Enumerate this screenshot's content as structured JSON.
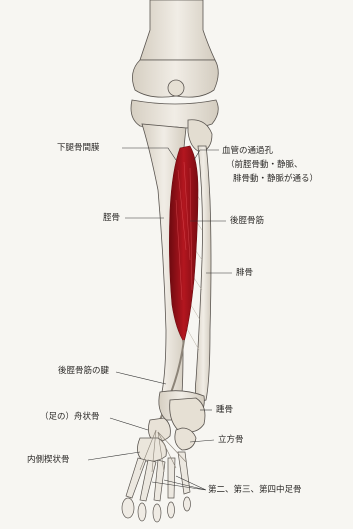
{
  "labels": {
    "interosseous_membrane": "下腿骨間膜",
    "vessel_aperture_line1": "血管の通過孔",
    "vessel_aperture_line2": "（前脛骨動・静脈、",
    "vessel_aperture_line3": "腓骨動・静脈が通る）",
    "tibia": "脛骨",
    "tibialis_posterior": "後脛骨筋",
    "fibula": "腓骨",
    "tibialis_posterior_tendon": "後脛骨筋の腱",
    "calcaneus": "踵骨",
    "navicular": "（足の）舟状骨",
    "cuboid": "立方骨",
    "medial_cuneiform": "内側楔状骨",
    "metatarsals": "第二、第三、第四中足骨"
  },
  "colors": {
    "background": "#f7f6f2",
    "bone_fill": "#ece8e0",
    "bone_shade": "#d9d3c7",
    "outline": "#5a5550",
    "muscle": "#a8141c",
    "muscle_dark": "#6e0a10",
    "leader": "#333333"
  }
}
